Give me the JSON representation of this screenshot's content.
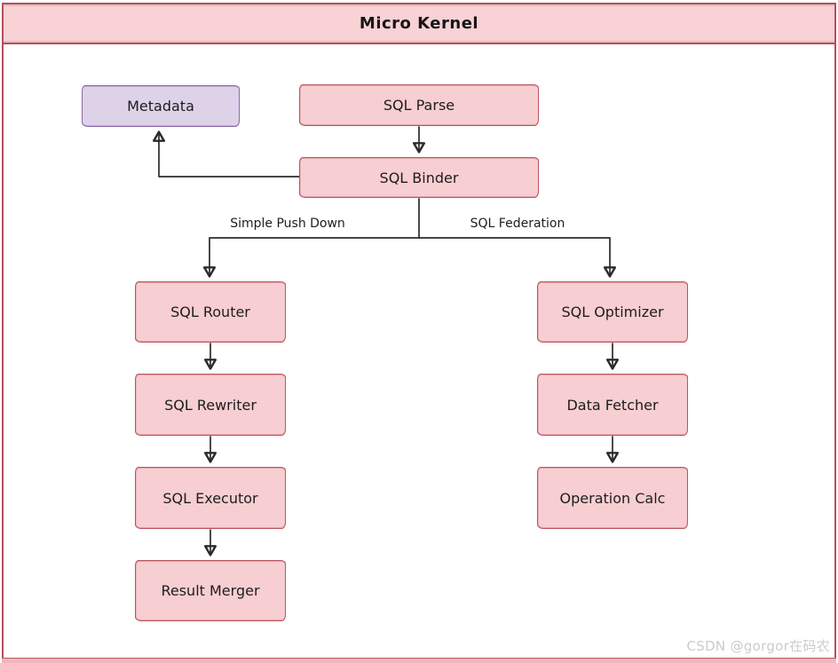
{
  "title": "Micro Kernel",
  "diagram": {
    "nodes": [
      {
        "id": "metadata",
        "label": "Metadata",
        "variant": "purple"
      },
      {
        "id": "sql-parse",
        "label": "SQL Parse",
        "variant": "pink"
      },
      {
        "id": "sql-binder",
        "label": "SQL Binder",
        "variant": "pink"
      },
      {
        "id": "sql-router",
        "label": "SQL Router",
        "variant": "pink"
      },
      {
        "id": "sql-rewriter",
        "label": "SQL Rewriter",
        "variant": "pink"
      },
      {
        "id": "sql-executor",
        "label": "SQL Executor",
        "variant": "pink"
      },
      {
        "id": "result-merger",
        "label": "Result Merger",
        "variant": "pink"
      },
      {
        "id": "sql-optimizer",
        "label": "SQL Optimizer",
        "variant": "pink"
      },
      {
        "id": "data-fetcher",
        "label": "Data Fetcher",
        "variant": "pink"
      },
      {
        "id": "operation-calc",
        "label": "Operation Calc",
        "variant": "pink"
      }
    ],
    "edges": [
      {
        "from": "SQL Parse",
        "to": "SQL Binder",
        "label": ""
      },
      {
        "from": "SQL Binder",
        "to": "Metadata",
        "label": ""
      },
      {
        "from": "SQL Binder",
        "to": "SQL Router",
        "label": "Simple Push Down"
      },
      {
        "from": "SQL Binder",
        "to": "SQL Optimizer",
        "label": "SQL Federation"
      },
      {
        "from": "SQL Router",
        "to": "SQL Rewriter",
        "label": ""
      },
      {
        "from": "SQL Rewriter",
        "to": "SQL Executor",
        "label": ""
      },
      {
        "from": "SQL Executor",
        "to": "Result Merger",
        "label": ""
      },
      {
        "from": "SQL Optimizer",
        "to": "Data Fetcher",
        "label": ""
      },
      {
        "from": "Data Fetcher",
        "to": "Operation Calc",
        "label": ""
      }
    ]
  },
  "watermark": "CSDN @gorgor在码农",
  "colors": {
    "pink_fill": "#f7ced2",
    "pink_border": "#bb5660",
    "purple_fill": "#ded2e9",
    "purple_border": "#8d68a8",
    "frame_border": "#b2515a",
    "title_fill": "#f8d2d5",
    "line": "#2b2b2b",
    "text": "#1d1d1d",
    "watermark_text": "#cbcbcb"
  }
}
